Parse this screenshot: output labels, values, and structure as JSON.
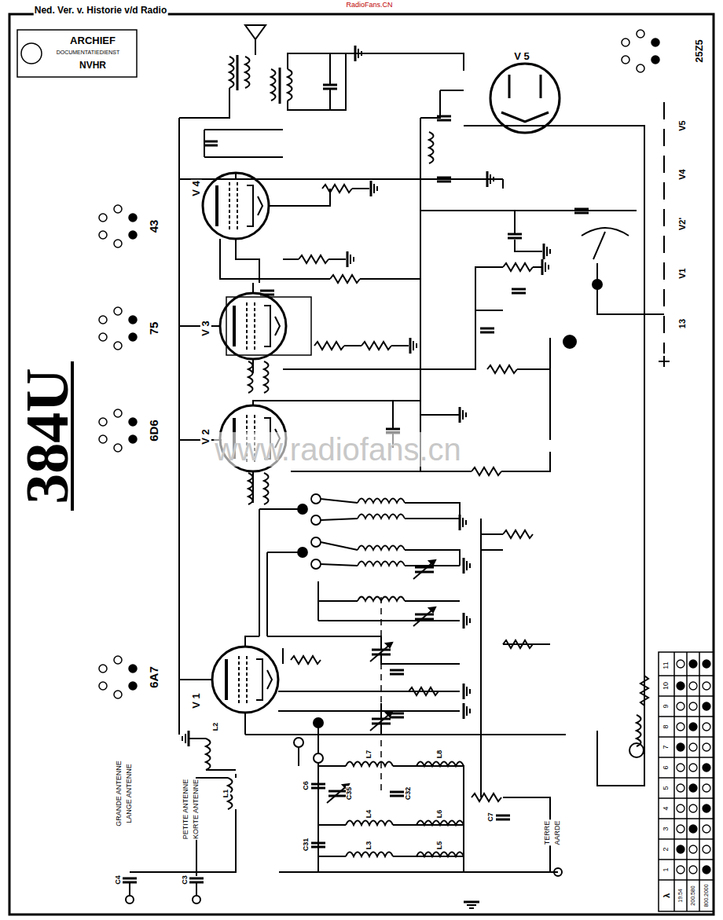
{
  "diagram": {
    "labels": [
      "RadioFans.CN",
      "Ned. Ver. v. Historie v/d Radio",
      "ARCHIEF",
      "DOCUMENTATIEDIENST",
      "NVHR",
      "384U",
      "V 5",
      "25Z5",
      "V 4",
      "43",
      "V 3",
      "75",
      "V 2",
      "6D6",
      "V 1",
      "6A7",
      "V5",
      "V4",
      "V2'",
      "V1",
      "13",
      "GRANDE ANTENNE",
      "LANGE ANTENNE",
      "PETITE ANTENNE",
      "KORTE ANTENNE",
      "TERRE",
      "AARDE",
      "www.radiofans.cn",
      "L1",
      "L2",
      "L7",
      "L8",
      "L4",
      "L6",
      "L3",
      "L5",
      "C6",
      "C7",
      "C31",
      "C3",
      "C4",
      "C32",
      "C35",
      "λ",
      "19.54",
      "200.580",
      "800.2000",
      "1",
      "2",
      "3",
      "4",
      "5",
      "6",
      "7",
      "8",
      "9",
      "10",
      "11"
    ]
  }
}
